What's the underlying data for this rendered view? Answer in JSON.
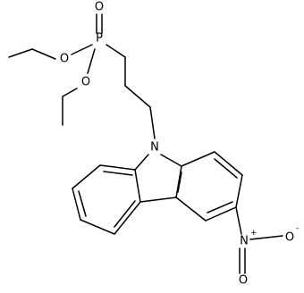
{
  "diagram": {
    "atoms": {
      "phosphorus": "P",
      "phosphoryl_oxygen": "O",
      "ester_oxygen_1": "O",
      "ester_oxygen_2": "O",
      "carbazole_nitrogen": "N",
      "nitro_nitrogen": "N",
      "nitro_nitrogen_charge": "+",
      "nitro_oxygen_top": "O",
      "nitro_oxygen_right": "O",
      "nitro_oxygen_right_charge": "-"
    }
  }
}
